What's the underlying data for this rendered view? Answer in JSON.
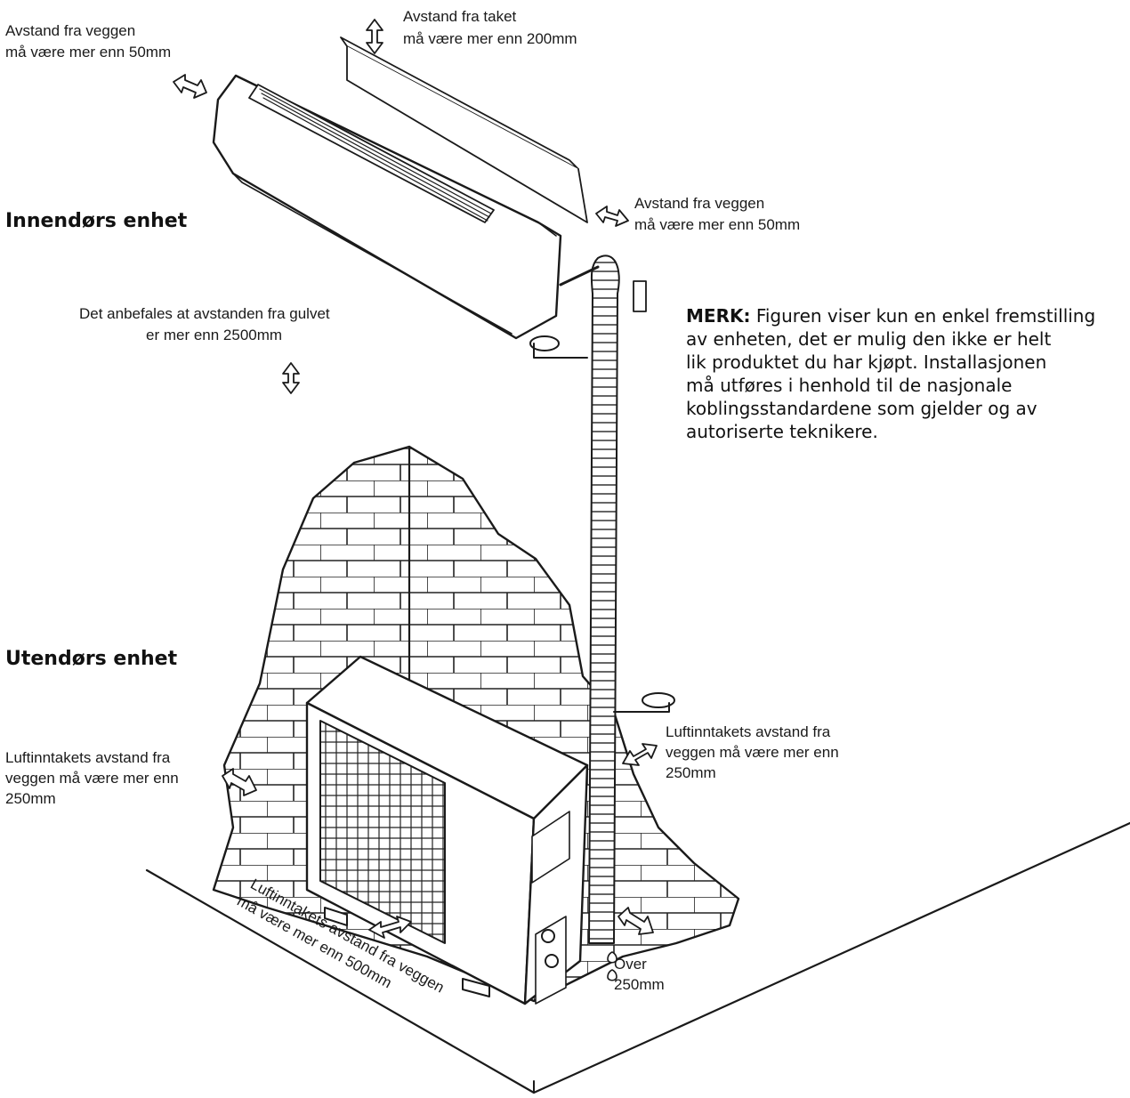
{
  "headings": {
    "indoor": "Innendørs enhet",
    "outdoor": "Utendørs enhet"
  },
  "labels": {
    "wall_left_line1": "Avstand fra veggen",
    "wall_left_line2": "må være mer enn 50mm",
    "ceiling_line1": "Avstand fra taket",
    "ceiling_line2": "må være mer enn 200mm",
    "wall_right_line1": "Avstand fra veggen",
    "wall_right_line2": "må være mer enn 50mm",
    "floor_line1": "Det anbefales at avstanden fra gulvet",
    "floor_line2": "er mer enn 2500mm",
    "intake_left_line1": "Luftinntakets avstand fra",
    "intake_left_line2": "veggen må være mer enn",
    "intake_left_line3": "250mm",
    "intake_right_line1": "Luftinntakets avstand fra",
    "intake_right_line2": "veggen må være mer enn",
    "intake_right_line3": "250mm",
    "front_line1": "Luftinntakets avstand fra veggen",
    "front_line2": "må være mer enn 500mm",
    "side_line1": "Over",
    "side_line2": "250mm"
  },
  "note": {
    "prefix": "MERK:",
    "line1": " Figuren viser kun en enkel fremstilling",
    "line2": "av enheten, det er mulig den ikke er helt",
    "line3": "lik produktet du har kjøpt. Installasjonen",
    "line4": "må utføres i henhold til de nasjonale",
    "line5": "koblingsstandardene som gjelder og av",
    "line6": "autoriserte teknikere."
  }
}
